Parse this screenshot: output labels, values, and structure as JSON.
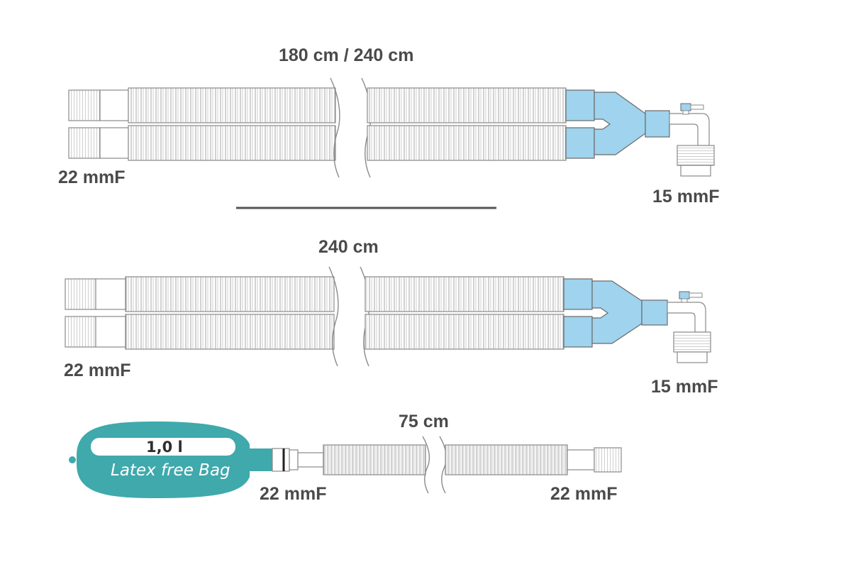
{
  "colors": {
    "connector_blue": "#9fd3ee",
    "bag_teal": "#3fa9ac",
    "outline": "#8a8a8a",
    "label_text": "#4a4a4a",
    "divider": "#555555"
  },
  "circuit_1": {
    "length_label": "180 cm / 240 cm",
    "machine_end_label": "22 mmF",
    "patient_end_label": "15 mmF"
  },
  "circuit_2": {
    "length_label": "240 cm",
    "machine_end_label": "22 mmF",
    "patient_end_label": "15 mmF"
  },
  "bag_limb": {
    "length_label": "75 cm",
    "bag_volume": "1,0 l",
    "bag_name": "Latex free Bag",
    "bag_end_label": "22 mmF",
    "far_end_label": "22 mmF"
  }
}
